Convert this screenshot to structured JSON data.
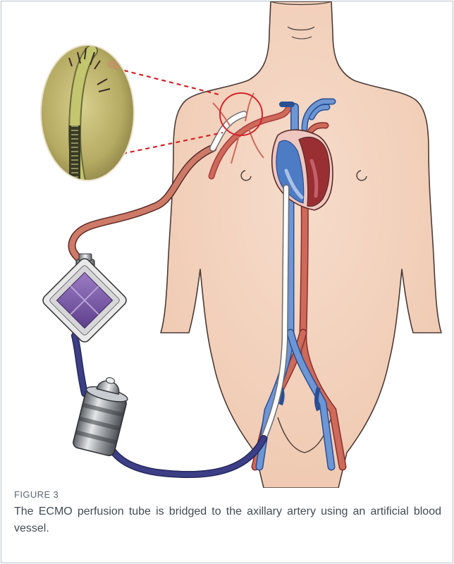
{
  "figure": {
    "label": "FIGURE 3",
    "caption": "The ECMO perfusion tube is bridged to the axillary artery using an artificial blood vessel."
  },
  "colors": {
    "skin": "#f3d2bd",
    "skin_outline": "#4a3b36",
    "artery": "#cd6a5a",
    "artery_dark": "#9a2f33",
    "vein": "#4d7cc4",
    "vein_dark": "#2a4f92",
    "tube_white": "#ffffff",
    "tube_venous": "#3c3f86",
    "oxygenator_purple": "#7b5aa6",
    "pump_metal": "#9aa0a6",
    "callout_red": "#d3232a"
  },
  "icons": {
    "photo_inset": "sutured-graft-photo",
    "oxygenator": "oxygenator-icon",
    "pump": "centrifugal-pump-icon",
    "heart": "heart-icon"
  }
}
